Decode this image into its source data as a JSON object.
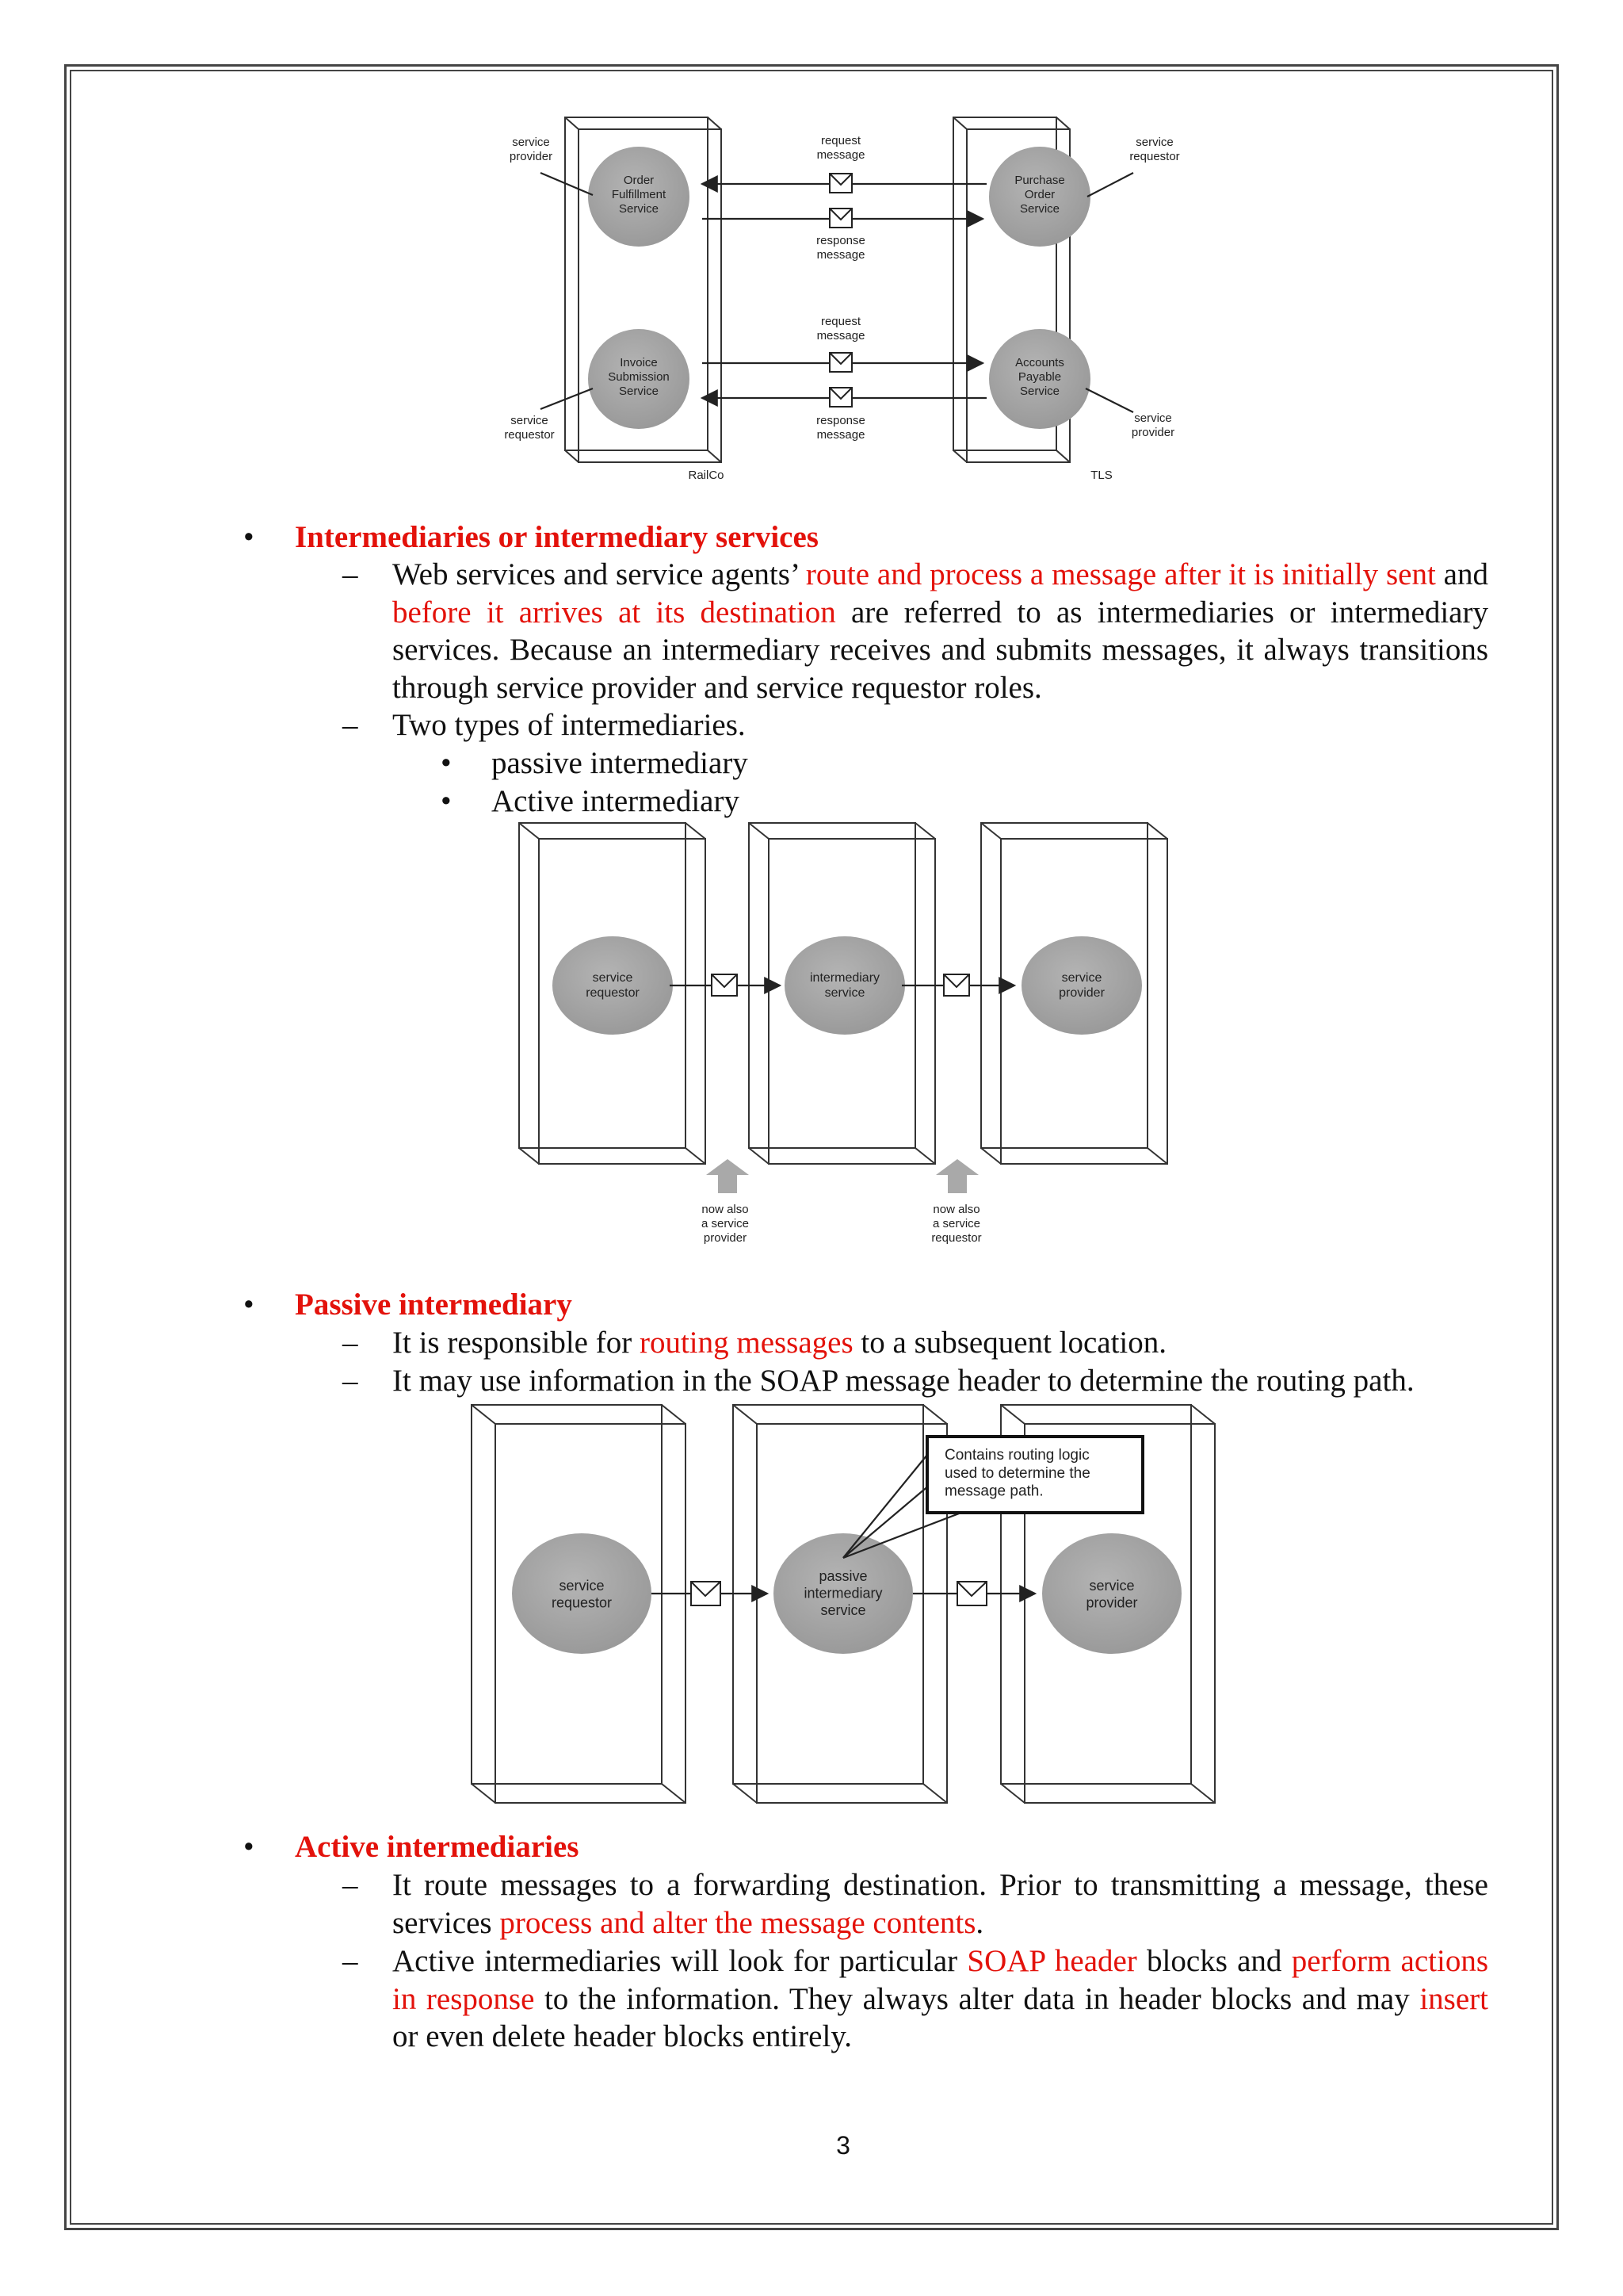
{
  "figure1": {
    "labels": {
      "service_provider": "service\nprovider",
      "order_service": "Order\nFulfillment\nService",
      "request_message_1": "request\nmessage",
      "response_message_1": "response\nmessage",
      "purchase_service": "Purchase\nOrder\nService",
      "service_requestor_right": "service\nrequestor",
      "request_message_2": "request\nmessage",
      "invoice_service": "Invoice\nSubmission\nService",
      "accounts_service": "Accounts\nPayable\nService",
      "service_requestor_left": "service\nrequestor",
      "response_message_2": "response\nmessage",
      "service_provider_right": "service\nprovider",
      "railco": "RailCo",
      "tls": "TLS"
    }
  },
  "section1": {
    "heading": "Intermediaries or intermediary services",
    "item1": {
      "t1": "Web services and service agents’ ",
      "r1": "route and process a message after it is initially sent",
      "t2": " and ",
      "r2": "before it arrives at its destination",
      "t3": " are referred to as intermediaries or intermediary services. Because an intermediary receives and submits messages, it always transitions through service provider and service requestor roles."
    },
    "item2": "Two types of intermediaries.",
    "subitems": [
      "passive intermediary",
      "Active intermediary"
    ]
  },
  "figure2": {
    "service_requestor": "service\nrequestor",
    "intermediary_service": "intermediary\nservice",
    "service_provider": "service\nprovider",
    "note_provider": "now also\na service\nprovider",
    "note_requestor": "now also\na service\nrequestor"
  },
  "section2": {
    "heading": "Passive intermediary",
    "item1": {
      "t1": "It is responsible for ",
      "r1": "routing messages",
      "t2": " to a subsequent location."
    },
    "item2": "It may use information in the SOAP message header to determine the routing path."
  },
  "figure3": {
    "callout": "Contains routing logic\nused to determine the\nmessage path.",
    "service_requestor": "service\nrequestor",
    "passive_service": "passive\nintermediary\nservice",
    "service_provider": "service\nprovider"
  },
  "section3": {
    "heading": "Active intermediaries",
    "item1": {
      "t1": "It route messages to a forwarding destination. Prior to transmitting a message, these services ",
      "r1": "process and alter the message contents",
      "t2": "."
    },
    "item2": {
      "t1": "Active intermediaries will look for particular ",
      "r1": "SOAP header",
      "t2": " blocks and ",
      "r2": "perform actions in response",
      "t3": " to the information. They always alter data in header blocks and may ",
      "r3": "insert",
      "t4": " or even delete header blocks entirely."
    }
  },
  "page_number": "3",
  "colors": {
    "accent_red": "#e3120b",
    "node_gray": "#a8a8a8"
  }
}
